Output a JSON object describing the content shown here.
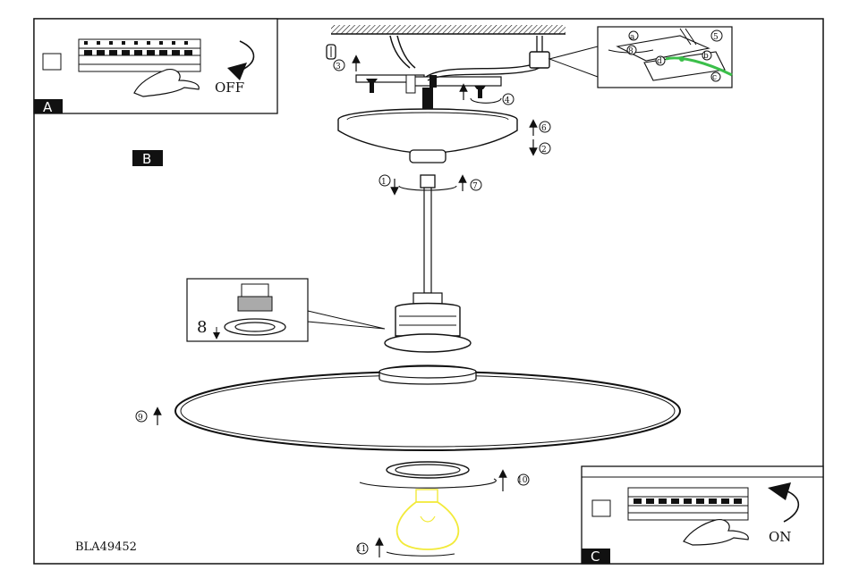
{
  "panels": {
    "a": {
      "tag": "A",
      "switch_label": "OFF"
    },
    "b": {
      "tag": "B"
    },
    "c": {
      "tag": "C",
      "switch_label": "ON"
    }
  },
  "steps": [
    "1",
    "2",
    "3",
    "4",
    "5",
    "6",
    "7",
    "8",
    "9",
    "10",
    "11"
  ],
  "wiring_callouts": [
    "a",
    "b",
    "c",
    "d",
    "5",
    "8"
  ],
  "model_code": "BLA49452",
  "colors": {
    "line": "#111111",
    "bulb": "#f2ea3a",
    "wire_green": "#3bbf4a",
    "tag_bg": "#111111"
  },
  "icons": [
    "hand-icon",
    "rotate-arrow-icon",
    "screw-icon",
    "light-bulb-icon",
    "terminal-block-icon"
  ]
}
